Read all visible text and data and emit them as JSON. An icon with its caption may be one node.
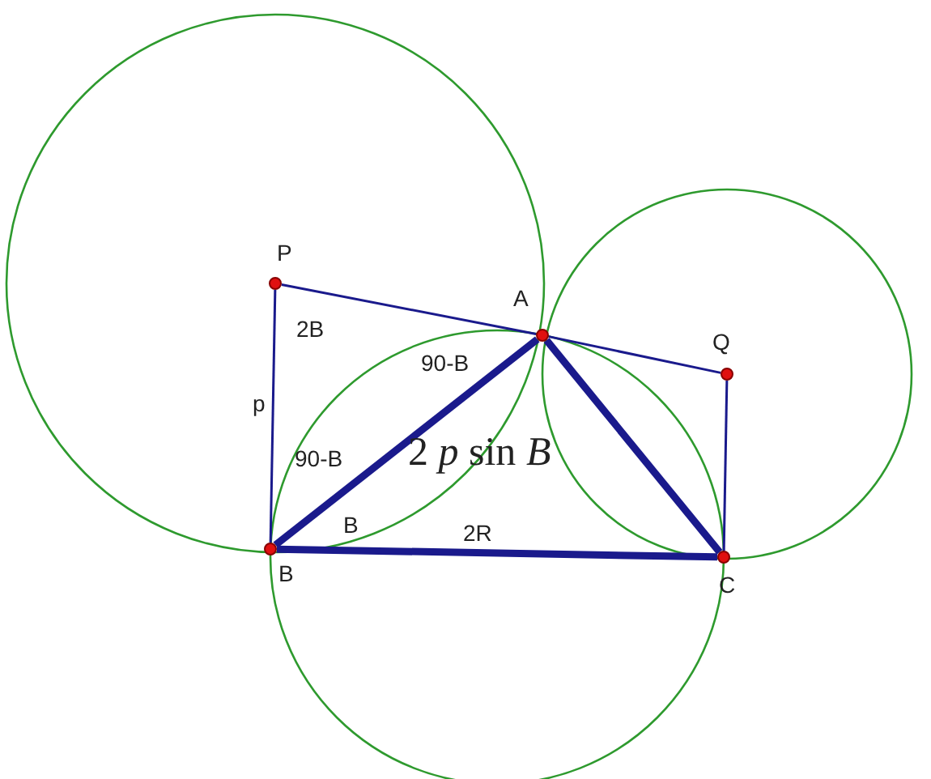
{
  "diagram": {
    "nodes": [
      {
        "text": [
          "P"
        ]
      },
      {
        "text": [
          "A"
        ]
      },
      {
        "text": [
          "Q"
        ]
      },
      {
        "text": [
          "B"
        ]
      },
      {
        "text": [
          "C"
        ]
      }
    ],
    "edges": [
      {
        "from": 0,
        "to": 1,
        "arrow": "none"
      },
      {
        "from": 1,
        "to": 2,
        "arrow": "none"
      },
      {
        "from": 0,
        "to": 3,
        "arrow": "none"
      },
      {
        "from": 2,
        "to": 4,
        "arrow": "none"
      },
      {
        "from": 3,
        "to": 1,
        "arrow": "none",
        "style": "thick"
      },
      {
        "from": 1,
        "to": 4,
        "arrow": "none",
        "style": "thick"
      },
      {
        "from": 3,
        "to": 4,
        "arrow": "none",
        "style": "thick"
      }
    ],
    "labels": [
      "2B",
      "p",
      "90-B",
      "90-B",
      "2 *p* sin *B*",
      "B",
      "2R"
    ]
  }
}
